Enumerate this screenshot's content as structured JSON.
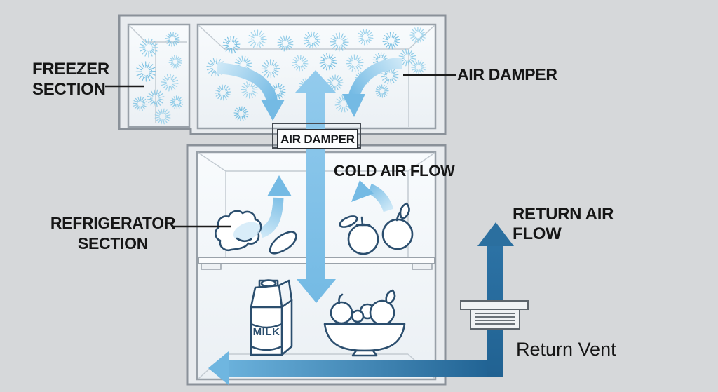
{
  "diagram": {
    "type": "refrigerator-airflow-diagram",
    "freezer": {
      "label_line1": "FREEZER",
      "label_line2": "SECTION"
    },
    "refrigerator": {
      "label_line1": "REFRIGERATOR",
      "label_line2": "SECTION",
      "cold_air_flow": "COLD AIR FLOW"
    },
    "air_damper": {
      "callout": "AIR DAMPER",
      "box": "AIR DAMPER"
    },
    "return_path": {
      "air_flow_line1": "RETURN AIR",
      "air_flow_line2": "FLOW",
      "vent": "Return Vent"
    },
    "milk": "MILK"
  },
  "colors": {
    "background": "#d6d8da",
    "cabinet_fill": "#e8ebee",
    "cabinet_border": "#8a9199",
    "compartment_fill_top": "#f7fafc",
    "compartment_fill_bottom": "#edf1f5",
    "cold_arrow_light": "#cde8f7",
    "cold_arrow_blue": "#74bae4",
    "return_duct_blue": "#26699a",
    "food_outline": "#2b4e6e",
    "snowflake_blue": "#8ccbe8",
    "text": "#161616"
  },
  "icons": {
    "snowflake-icon": "radial-spoke-burst",
    "up-arrow-icon": "triangle-head-band",
    "down-arrow-icon": "triangle-head-band",
    "curved-flow-arrow-icon": "arc-band-with-head",
    "bread-icon": "cloud-outline",
    "croissant-icon": "crescent-outline",
    "apple-icon": "circle-stem-leaf",
    "milk-carton-icon": "gable-top-carton",
    "fruit-bowl-icon": "bowl-with-fruit",
    "return-vent-icon": "grille-under-flange"
  },
  "decor": {
    "snowflakes": {
      "freezer_left": [
        [
          212,
          68,
          13
        ],
        [
          246,
          56,
          10
        ],
        [
          250,
          88,
          9
        ],
        [
          208,
          102,
          14
        ],
        [
          242,
          118,
          12
        ],
        [
          222,
          140,
          12
        ],
        [
          252,
          146,
          9
        ],
        [
          200,
          148,
          10
        ],
        [
          232,
          166,
          11
        ]
      ],
      "freezer_right": [
        [
          330,
          64,
          12
        ],
        [
          367,
          56,
          13
        ],
        [
          407,
          62,
          11
        ],
        [
          445,
          57,
          12
        ],
        [
          484,
          60,
          13
        ],
        [
          521,
          53,
          11
        ],
        [
          558,
          58,
          12
        ],
        [
          596,
          50,
          11
        ],
        [
          308,
          96,
          13
        ],
        [
          347,
          92,
          12
        ],
        [
          386,
          98,
          13
        ],
        [
          428,
          90,
          11
        ],
        [
          468,
          88,
          12
        ],
        [
          506,
          90,
          12
        ],
        [
          543,
          86,
          11
        ],
        [
          581,
          82,
          12
        ],
        [
          318,
          132,
          11
        ],
        [
          356,
          128,
          12
        ],
        [
          396,
          130,
          11
        ],
        [
          437,
          122,
          10
        ],
        [
          478,
          118,
          11
        ],
        [
          517,
          112,
          10
        ],
        [
          556,
          108,
          12
        ],
        [
          597,
          96,
          10
        ],
        [
          344,
          162,
          10
        ],
        [
          490,
          148,
          12
        ],
        [
          545,
          130,
          9
        ]
      ]
    }
  }
}
